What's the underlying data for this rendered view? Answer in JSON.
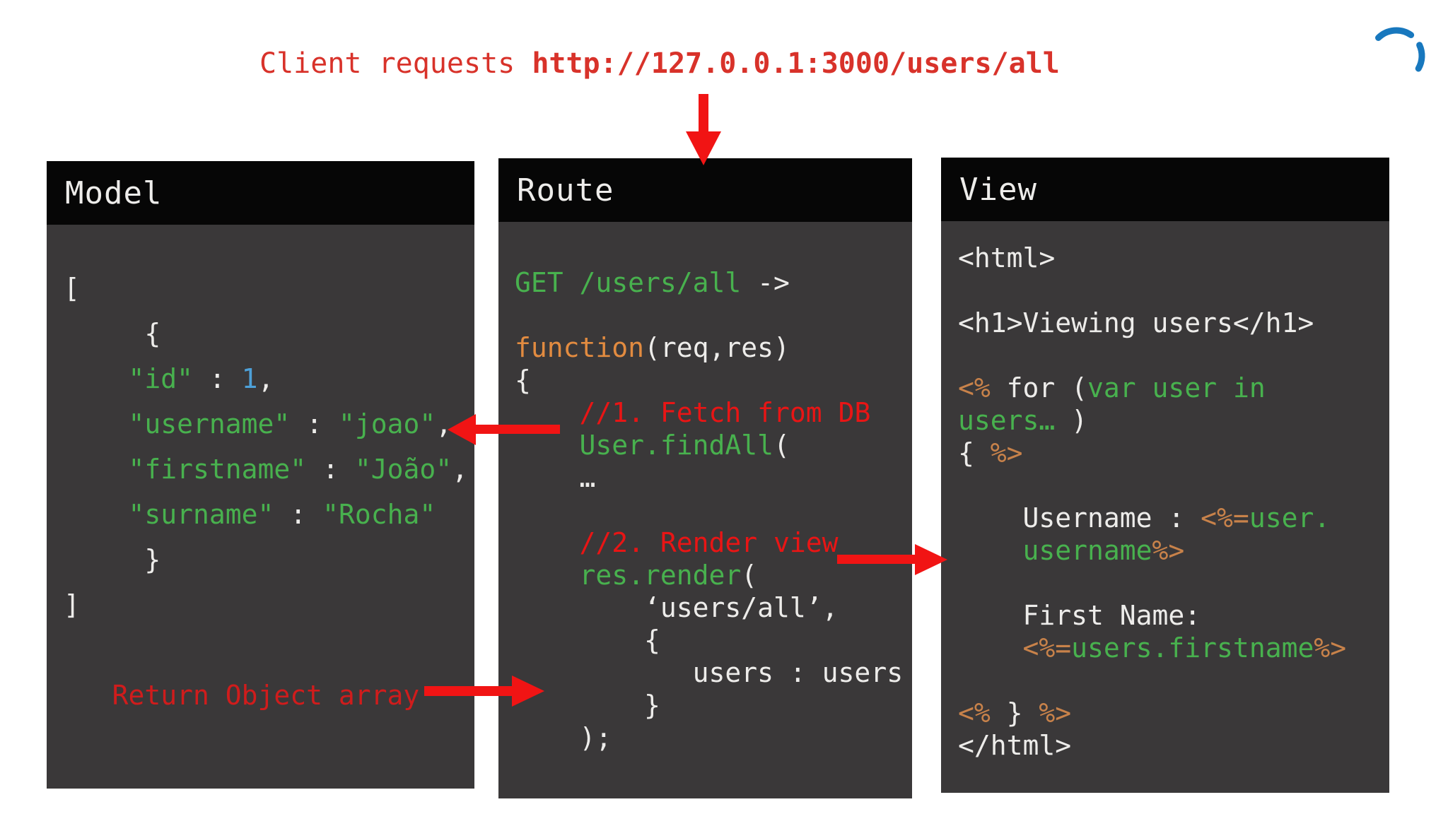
{
  "title": {
    "prefix": "Client requests ",
    "url": "http://127.0.0.1:3000/users/all"
  },
  "colors": {
    "page_bg": "#ffffff",
    "panel_bg": "#3a3839",
    "header_bg": "#060606",
    "white": "#edecea",
    "green": "#48b14e",
    "blue": "#4da0d8",
    "orange": "#e28b40",
    "tan": "#c8824a",
    "arrow_red": "#f11414",
    "comment_red": "#e81515",
    "annotation_red": "#d01c1c",
    "title_red": "#d8322a",
    "logo_blue": "#1878be"
  },
  "panels": [
    {
      "id": "model",
      "title": "Model",
      "lines": [
        [
          {
            "t": "[",
            "c": "white"
          }
        ],
        [
          {
            "t": "     {",
            "c": "white"
          }
        ],
        [
          {
            "t": "    ",
            "c": "white"
          },
          {
            "t": "\"id\"",
            "c": "green"
          },
          {
            "t": " : ",
            "c": "white"
          },
          {
            "t": "1",
            "c": "blue"
          },
          {
            "t": ",",
            "c": "white"
          }
        ],
        [
          {
            "t": "    ",
            "c": "white"
          },
          {
            "t": "\"username\"",
            "c": "green"
          },
          {
            "t": " : ",
            "c": "white"
          },
          {
            "t": "\"joao\"",
            "c": "green"
          },
          {
            "t": ",",
            "c": "white"
          }
        ],
        [
          {
            "t": "    ",
            "c": "white"
          },
          {
            "t": "\"firstname\"",
            "c": "green"
          },
          {
            "t": " : ",
            "c": "white"
          },
          {
            "t": "\"João\"",
            "c": "green"
          },
          {
            "t": ",",
            "c": "white"
          }
        ],
        [
          {
            "t": "    ",
            "c": "white"
          },
          {
            "t": "\"surname\"",
            "c": "green"
          },
          {
            "t": " : ",
            "c": "white"
          },
          {
            "t": "\"Rocha\"",
            "c": "green"
          }
        ],
        [
          {
            "t": "     }",
            "c": "white"
          }
        ],
        [
          {
            "t": "]",
            "c": "white"
          }
        ],
        [],
        [
          {
            "t": "   Return Object array",
            "c": "darkred"
          }
        ]
      ]
    },
    {
      "id": "route",
      "title": "Route",
      "lines": [
        [
          {
            "t": "GET /users/all ",
            "c": "green"
          },
          {
            "t": "->",
            "c": "white"
          }
        ],
        [],
        [
          {
            "t": "function",
            "c": "orange"
          },
          {
            "t": "(req,res)",
            "c": "white"
          }
        ],
        [
          {
            "t": "{",
            "c": "white"
          }
        ],
        [
          {
            "t": "    ",
            "c": "white"
          },
          {
            "t": "//1. Fetch from DB",
            "c": "red"
          }
        ],
        [
          {
            "t": "    ",
            "c": "white"
          },
          {
            "t": "User.findAll",
            "c": "green"
          },
          {
            "t": "(",
            "c": "white"
          }
        ],
        [
          {
            "t": "    …",
            "c": "white"
          }
        ],
        [],
        [
          {
            "t": "    ",
            "c": "white"
          },
          {
            "t": "//2. Render view",
            "c": "red"
          }
        ],
        [
          {
            "t": "    ",
            "c": "white"
          },
          {
            "t": "res.render",
            "c": "green"
          },
          {
            "t": "(",
            "c": "white"
          }
        ],
        [
          {
            "t": "        ‘users/all’,",
            "c": "white"
          }
        ],
        [
          {
            "t": "        {",
            "c": "white"
          }
        ],
        [
          {
            "t": "           users : users",
            "c": "white"
          }
        ],
        [
          {
            "t": "        }",
            "c": "white"
          }
        ],
        [
          {
            "t": "    );",
            "c": "white"
          }
        ]
      ]
    },
    {
      "id": "view",
      "title": "View",
      "lines": [
        [
          {
            "t": "<html>",
            "c": "white"
          }
        ],
        [],
        [
          {
            "t": "<h1>Viewing users</h1>",
            "c": "white"
          }
        ],
        [],
        [
          {
            "t": "<%",
            "c": "tan"
          },
          {
            "t": " for (",
            "c": "white"
          },
          {
            "t": "var user in",
            "c": "green"
          }
        ],
        [
          {
            "t": "users…",
            "c": "green"
          },
          {
            "t": " )",
            "c": "white"
          }
        ],
        [
          {
            "t": "{ ",
            "c": "white"
          },
          {
            "t": "%>",
            "c": "tan"
          }
        ],
        [],
        [
          {
            "t": "    Username : ",
            "c": "white"
          },
          {
            "t": "<%=",
            "c": "tan"
          },
          {
            "t": "user.",
            "c": "green"
          }
        ],
        [
          {
            "t": "    ",
            "c": "white"
          },
          {
            "t": "username",
            "c": "green"
          },
          {
            "t": "%>",
            "c": "tan"
          }
        ],
        [],
        [
          {
            "t": "    First Name:",
            "c": "white"
          }
        ],
        [
          {
            "t": "    ",
            "c": "white"
          },
          {
            "t": "<%=",
            "c": "tan"
          },
          {
            "t": "users.firstname",
            "c": "green"
          },
          {
            "t": "%>",
            "c": "tan"
          }
        ],
        [],
        [
          {
            "t": "<%",
            "c": "tan"
          },
          {
            "t": " } ",
            "c": "white"
          },
          {
            "t": "%>",
            "c": "tan"
          }
        ],
        [
          {
            "t": "</html>",
            "c": "white"
          }
        ]
      ]
    }
  ],
  "arrows": [
    {
      "name": "client-request-down-arrow"
    },
    {
      "name": "fetch-from-db-left-arrow"
    },
    {
      "name": "return-object-array-right-arrow"
    },
    {
      "name": "render-view-right-arrow"
    }
  ]
}
